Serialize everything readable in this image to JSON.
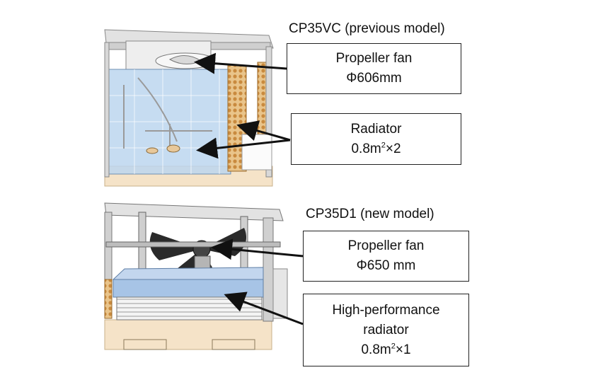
{
  "top": {
    "caption": "CP35VC (previous model)",
    "fan_callout": {
      "line1": "Propeller fan",
      "line2": "Φ606mm"
    },
    "radiator_callout": {
      "line1": "Radiator",
      "line2_prefix": "0.8m",
      "line2_sup": "2",
      "line2_suffix": "×2"
    }
  },
  "bottom": {
    "caption": "CP35D1 (new model)",
    "fan_callout": {
      "line1": "Propeller fan",
      "line2": "Φ650 mm"
    },
    "radiator_callout": {
      "line1": "High-performance",
      "line2": "radiator",
      "line3_prefix": "0.8m",
      "line3_sup": "2",
      "line3_suffix": "×1"
    }
  },
  "colors": {
    "radiator_blue_old": "#bcd6ee",
    "radiator_blue_new": "#a7c4e6",
    "frame_gray": "#d8d8d8",
    "cabinet_beige": "#f5e3c8",
    "coil_copper": "#d4a05a",
    "fan_dark": "#2a2a2a"
  }
}
